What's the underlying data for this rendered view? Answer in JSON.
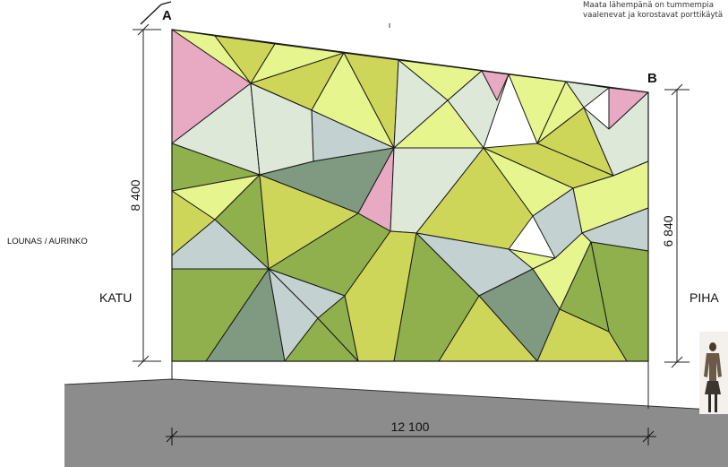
{
  "note": {
    "line1": "Maata lähempänä on tummempia",
    "line2": "vaalenevat ja korostavat porttikäytä"
  },
  "labels": {
    "corner_a": "A",
    "corner_b": "B",
    "left_height": "8 400",
    "right_height": "6 840",
    "width": "12 100",
    "south": "LOUNAS / AURINKO",
    "street": "KATU",
    "yard": "PIHA"
  },
  "colors": {
    "yellow_light": "#e7f58e",
    "olive_yellow": "#ced65a",
    "green": "#8fb04c",
    "grey_green": "#7f9a80",
    "mint": "#dde8d8",
    "blue_grey": "#c3d2d0",
    "pink": "#e8a9c3",
    "ground": "#8c8c8c",
    "line": "#1a1a1a"
  }
}
